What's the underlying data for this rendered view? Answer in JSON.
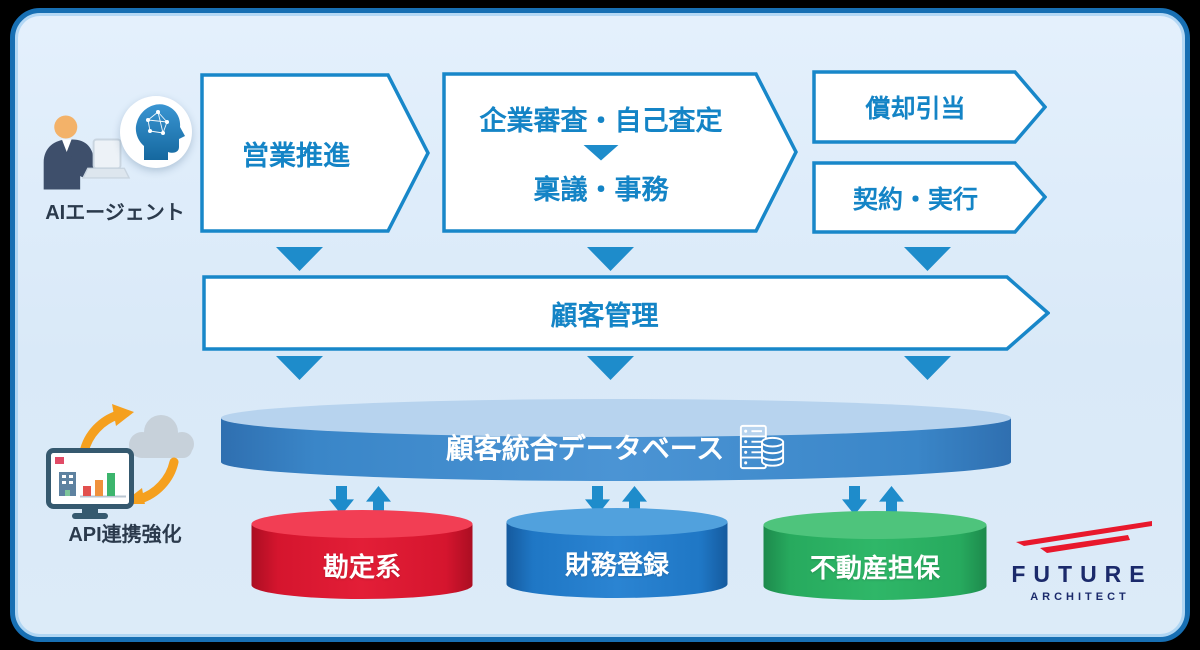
{
  "ai_agent": {
    "label": "AIエージェント"
  },
  "api": {
    "label": "API連携強化"
  },
  "flow": {
    "sales": "営業推進",
    "screening": "企業審査・自己査定",
    "approval": "稟議・事務",
    "amortization": "償却引当",
    "contract": "契約・実行",
    "customer_management": "顧客管理"
  },
  "database": {
    "label": "顧客統合データベース"
  },
  "systems": [
    {
      "name": "accounting",
      "label": "勘定系"
    },
    {
      "name": "financial-registration",
      "label": "財務登録"
    },
    {
      "name": "real-estate-collateral",
      "label": "不動産担保"
    }
  ],
  "logo": {
    "primary": "FUTURE",
    "secondary": "ARCHITECT"
  },
  "colors": {
    "panel_border": "#176fb3",
    "panel_bg": "#dcebf8",
    "flow_blue": "#1484c6",
    "triangle_blue": "#1e8ccb",
    "db_top": "#b7d3ee",
    "db_body": "#3a86c8",
    "accounting_top": "#f23e54",
    "accounting_body": "#d5152e",
    "financial_top": "#51a1dd",
    "financial_body": "#1f77c5",
    "collateral_top": "#4ec47c",
    "collateral_body": "#27aa5e",
    "orange": "#f5a01e",
    "logo_navy": "#1b2a6b",
    "logo_red": "#e8182c"
  }
}
